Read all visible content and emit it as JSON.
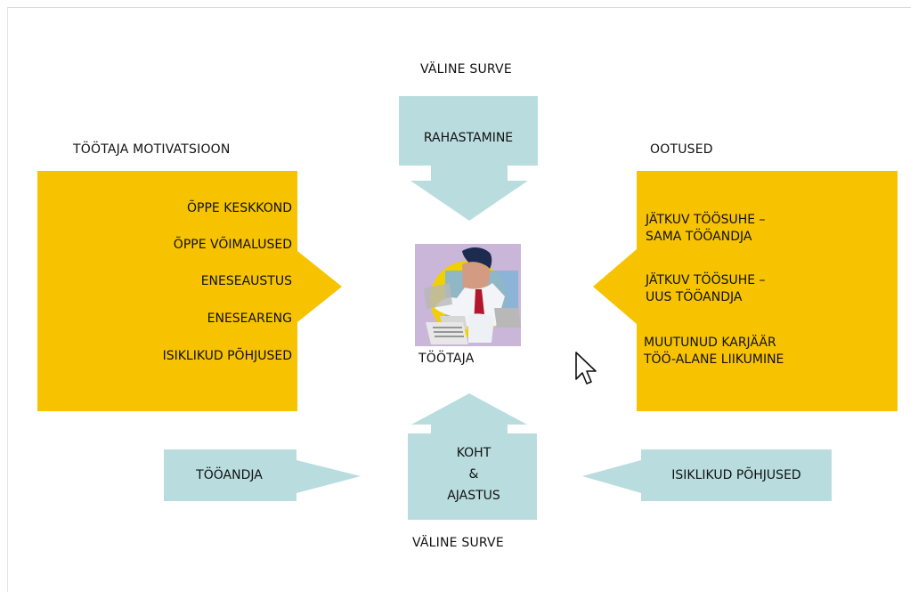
{
  "top_label": "VÄLINE SURVE",
  "bottom_label": "VÄLINE SURVE",
  "left_title": "TÖÖTAJA MOTIVATSIOON",
  "right_title": "OOTUSED",
  "left_items": [
    "ÕPPE KESKKOND",
    "ÕPPE VÕIMALUSED",
    "ENESEAUSTUS",
    "ENESEARENG",
    "ISIKLIKUD PÕHJUSED"
  ],
  "right_items": [
    "JÄTKUV TÖÖSUHE –\nSAMA TÖÖANDJA",
    "JÄTKUV TÖÖSUHE –\nUUS TÖÖANDJA",
    "MUUTUNUD KARJÄÄR\nTÖÖ-ALANE LIIKUMINE"
  ],
  "top_box": "RAHASTAMINE",
  "bottom_box_line1": "KOHT",
  "bottom_box_line2": "&",
  "bottom_box_line3": "AJASTUS",
  "center_label": "TÖÖTAJA",
  "left_bottom_box": "TÖÖANDJA",
  "right_bottom_box": "ISIKLIKUD PÕHJUSED",
  "colors": {
    "yellow": "#F7C300",
    "teal": "#B9DDDF",
    "text": "#111111"
  },
  "icons": {
    "center": "worker-illustration-icon",
    "cursor": "mouse-pointer-icon"
  }
}
